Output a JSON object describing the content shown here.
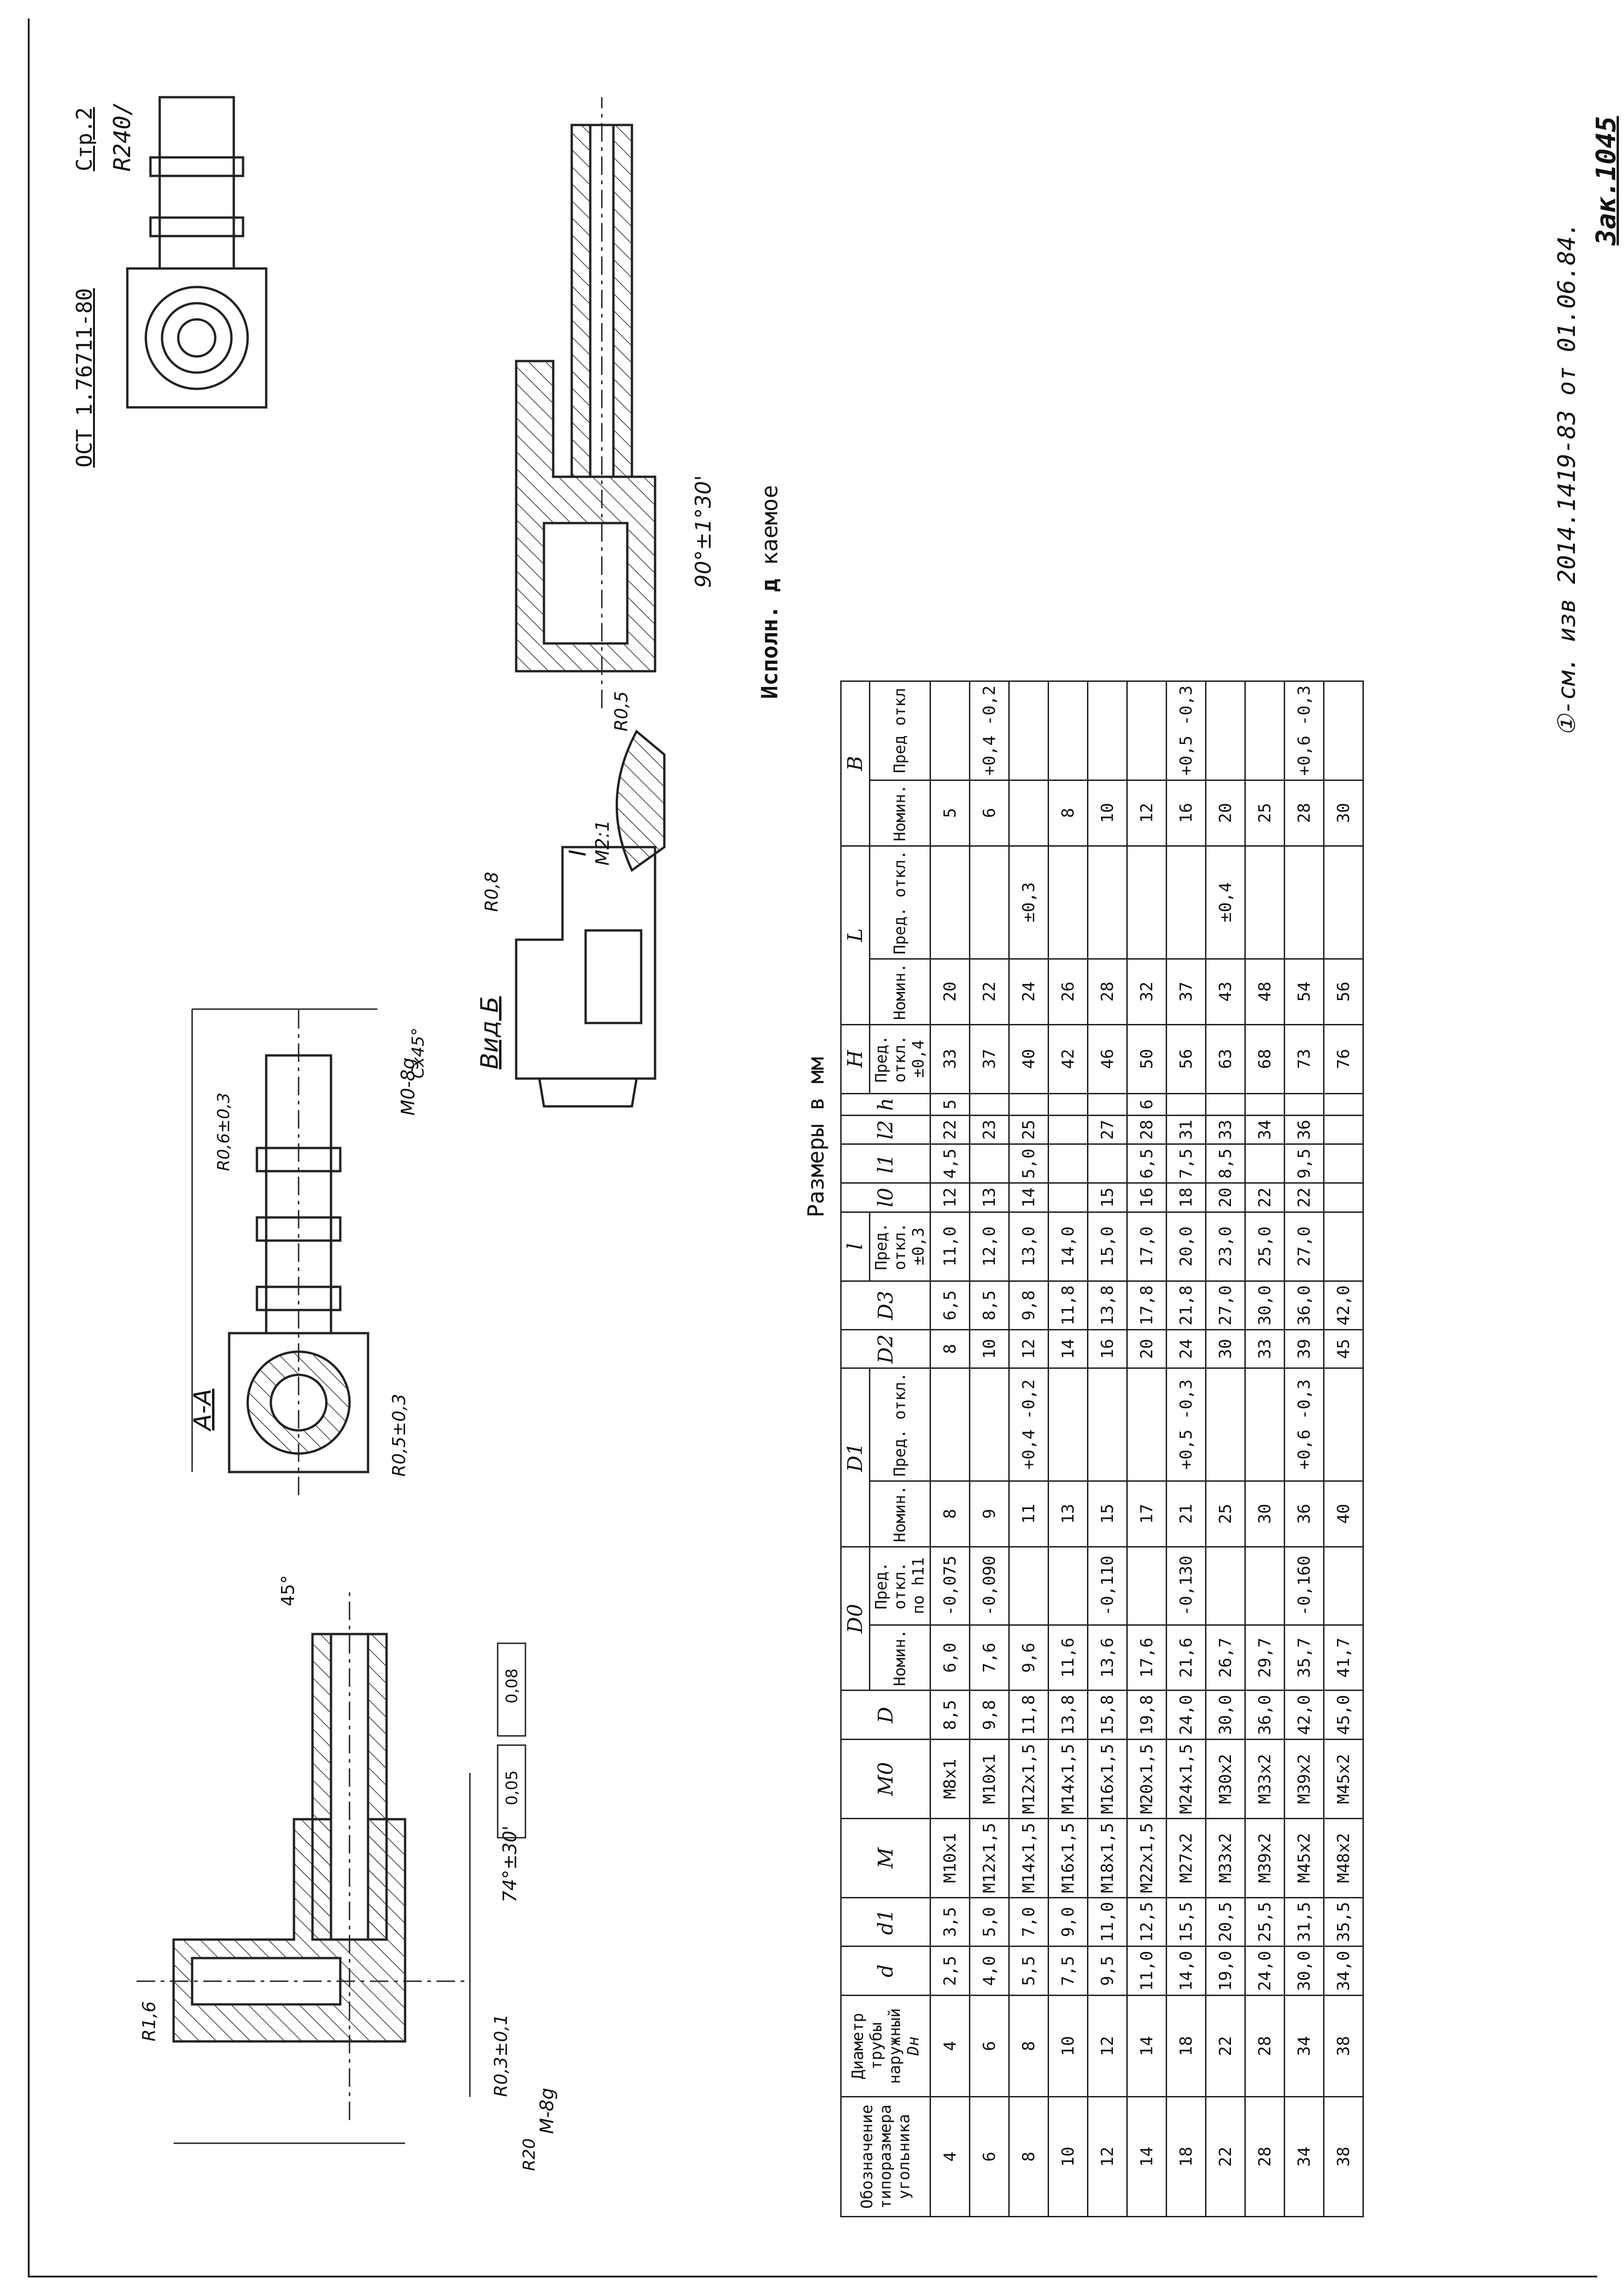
{
  "header": {
    "standard": "ОСТ 1.76711-80",
    "page": "Стр.2",
    "roughness": "R240/"
  },
  "execution_label": "Исполн. д",
  "execution_label_tail": "каемое",
  "views": {
    "section_aa": "А-А",
    "view_b": "Вид Б",
    "detail": "I",
    "detail_scale": "М2:1"
  },
  "drawing_labels": {
    "angle_main": "90°±1°30'",
    "angle_seat": "74°±30'",
    "chamfer": "45°",
    "r_top": "R1,6",
    "r_inner": "R0,6±0,3",
    "r_small": "R0,3±0,1",
    "r_bottom": "R0,5±0,3",
    "r_view": "R0,8",
    "r_detail": "R0,5",
    "thread_main": "M-8g",
    "thread_tail": "M0-8g",
    "tol_1": "0,05",
    "tol_2": "0,08",
    "cx": "Cx45°",
    "r20": "R20"
  },
  "table_caption": "Размеры в мм",
  "table": {
    "headers": {
      "col_type": "Обозначение типоразмера угольника",
      "col_dn": "Диаметр трубы наружный",
      "col_dn_sym": "Dн",
      "d": "d",
      "d1": "d1",
      "M": "M",
      "M0": "M0",
      "D": "D",
      "D0": "D0",
      "D0_nom": "Номин.",
      "D0_dev": "Пред. откл. по h11",
      "D1": "D1",
      "D1_nom": "Номин.",
      "D1_dev": "Пред. откл.",
      "D2": "D2",
      "D3": "D3",
      "l": "l",
      "l_dev": "Пред. откл. ±0,3",
      "l0": "l0",
      "l1": "l1",
      "l2": "l2",
      "h": "h",
      "H": "H",
      "H_dev": "Пред. откл. ±0,4",
      "L": "L",
      "L_nom": "Номин.",
      "L_dev": "Пред. откл.",
      "B": "B",
      "B_nom": "Номин.",
      "B_dev": "Пред откл"
    },
    "rows": [
      {
        "t": "4",
        "dn": "4",
        "d": "2,5",
        "d1": "3,5",
        "M": "M10x1",
        "M0": "M8x1",
        "D": "8,5",
        "D0": "6,0",
        "D0dev": "-0,075",
        "D1": "8",
        "D1dev": "",
        "D2": "8",
        "D3": "6,5",
        "l": "11,0",
        "l0": "12",
        "l1": "4,5",
        "l2": "22",
        "h": "5",
        "H": "33",
        "L": "20",
        "Ldev": "",
        "B": "5",
        "Bdev": ""
      },
      {
        "t": "6",
        "dn": "6",
        "d": "4,0",
        "d1": "5,0",
        "M": "M12x1,5",
        "M0": "M10x1",
        "D": "9,8",
        "D0": "7,6",
        "D0dev": "-0,090",
        "D1": "9",
        "D1dev": "",
        "D2": "10",
        "D3": "8,5",
        "l": "12,0",
        "l0": "13",
        "l1": "",
        "l2": "23",
        "h": "",
        "H": "37",
        "L": "22",
        "Ldev": "",
        "B": "6",
        "Bdev": "+0,4 -0,2"
      },
      {
        "t": "8",
        "dn": "8",
        "d": "5,5",
        "d1": "7,0",
        "M": "M14x1,5",
        "M0": "M12x1,5",
        "D": "11,8",
        "D0": "9,6",
        "D0dev": "",
        "D1": "11",
        "D1dev": "+0,4 -0,2",
        "D2": "12",
        "D3": "9,8",
        "l": "13,0",
        "l0": "14",
        "l1": "5,0",
        "l2": "25",
        "h": "",
        "H": "40",
        "L": "24",
        "Ldev": "±0,3",
        "B": "",
        "Bdev": ""
      },
      {
        "t": "10",
        "dn": "10",
        "d": "7,5",
        "d1": "9,0",
        "M": "M16x1,5",
        "M0": "M14x1,5",
        "D": "13,8",
        "D0": "11,6",
        "D0dev": "",
        "D1": "13",
        "D1dev": "",
        "D2": "14",
        "D3": "11,8",
        "l": "14,0",
        "l0": "",
        "l1": "",
        "l2": "",
        "h": "",
        "H": "42",
        "L": "26",
        "Ldev": "",
        "B": "8",
        "Bdev": ""
      },
      {
        "t": "12",
        "dn": "12",
        "d": "9,5",
        "d1": "11,0",
        "M": "M18x1,5",
        "M0": "M16x1,5",
        "D": "15,8",
        "D0": "13,6",
        "D0dev": "-0,110",
        "D1": "15",
        "D1dev": "",
        "D2": "16",
        "D3": "13,8",
        "l": "15,0",
        "l0": "15",
        "l1": "",
        "l2": "27",
        "h": "",
        "H": "46",
        "L": "28",
        "Ldev": "",
        "B": "10",
        "Bdev": ""
      },
      {
        "t": "14",
        "dn": "14",
        "d": "11,0",
        "d1": "12,5",
        "M": "M22x1,5",
        "M0": "M20x1,5",
        "D": "19,8",
        "D0": "17,6",
        "D0dev": "",
        "D1": "17",
        "D1dev": "",
        "D2": "20",
        "D3": "17,8",
        "l": "17,0",
        "l0": "16",
        "l1": "6,5",
        "l2": "28",
        "h": "6",
        "H": "50",
        "L": "32",
        "Ldev": "",
        "B": "12",
        "Bdev": ""
      },
      {
        "t": "18",
        "dn": "18",
        "d": "14,0",
        "d1": "15,5",
        "M": "M27x2",
        "M0": "M24x1,5",
        "D": "24,0",
        "D0": "21,6",
        "D0dev": "-0,130",
        "D1": "21",
        "D1dev": "+0,5 -0,3",
        "D2": "24",
        "D3": "21,8",
        "l": "20,0",
        "l0": "18",
        "l1": "7,5",
        "l2": "31",
        "h": "",
        "H": "56",
        "L": "37",
        "Ldev": "",
        "B": "16",
        "Bdev": "+0,5 -0,3"
      },
      {
        "t": "22",
        "dn": "22",
        "d": "19,0",
        "d1": "20,5",
        "M": "M33x2",
        "M0": "M30x2",
        "D": "30,0",
        "D0": "26,7",
        "D0dev": "",
        "D1": "25",
        "D1dev": "",
        "D2": "30",
        "D3": "27,0",
        "l": "23,0",
        "l0": "20",
        "l1": "8,5",
        "l2": "33",
        "h": "",
        "H": "63",
        "L": "43",
        "Ldev": "±0,4",
        "B": "20",
        "Bdev": ""
      },
      {
        "t": "28",
        "dn": "28",
        "d": "24,0",
        "d1": "25,5",
        "M": "M39x2",
        "M0": "M33x2",
        "D": "36,0",
        "D0": "29,7",
        "D0dev": "",
        "D1": "30",
        "D1dev": "",
        "D2": "33",
        "D3": "30,0",
        "l": "25,0",
        "l0": "22",
        "l1": "",
        "l2": "34",
        "h": "",
        "H": "68",
        "L": "48",
        "Ldev": "",
        "B": "25",
        "Bdev": ""
      },
      {
        "t": "34",
        "dn": "34",
        "d": "30,0",
        "d1": "31,5",
        "M": "M45x2",
        "M0": "M39x2",
        "D": "42,0",
        "D0": "35,7",
        "D0dev": "-0,160",
        "D1": "36",
        "D1dev": "+0,6 -0,3",
        "D2": "39",
        "D3": "36,0",
        "l": "27,0",
        "l0": "22",
        "l1": "9,5",
        "l2": "36",
        "h": "",
        "H": "73",
        "L": "54",
        "Ldev": "",
        "B": "28",
        "Bdev": "+0,6 -0,3"
      },
      {
        "t": "38",
        "dn": "38",
        "d": "34,0",
        "d1": "35,5",
        "M": "M48x2",
        "M0": "M45x2",
        "D": "45,0",
        "D0": "41,7",
        "D0dev": "",
        "D1": "40",
        "D1dev": "",
        "D2": "45",
        "D3": "42,0",
        "l": "",
        "l0": "",
        "l1": "",
        "l2": "",
        "h": "",
        "H": "76",
        "L": "56",
        "Ldev": "",
        "B": "30",
        "Bdev": ""
      }
    ]
  },
  "change_note": "①-см. изв 2014.1419-83 от 01.06.84.",
  "stamp": "Зак.1045"
}
